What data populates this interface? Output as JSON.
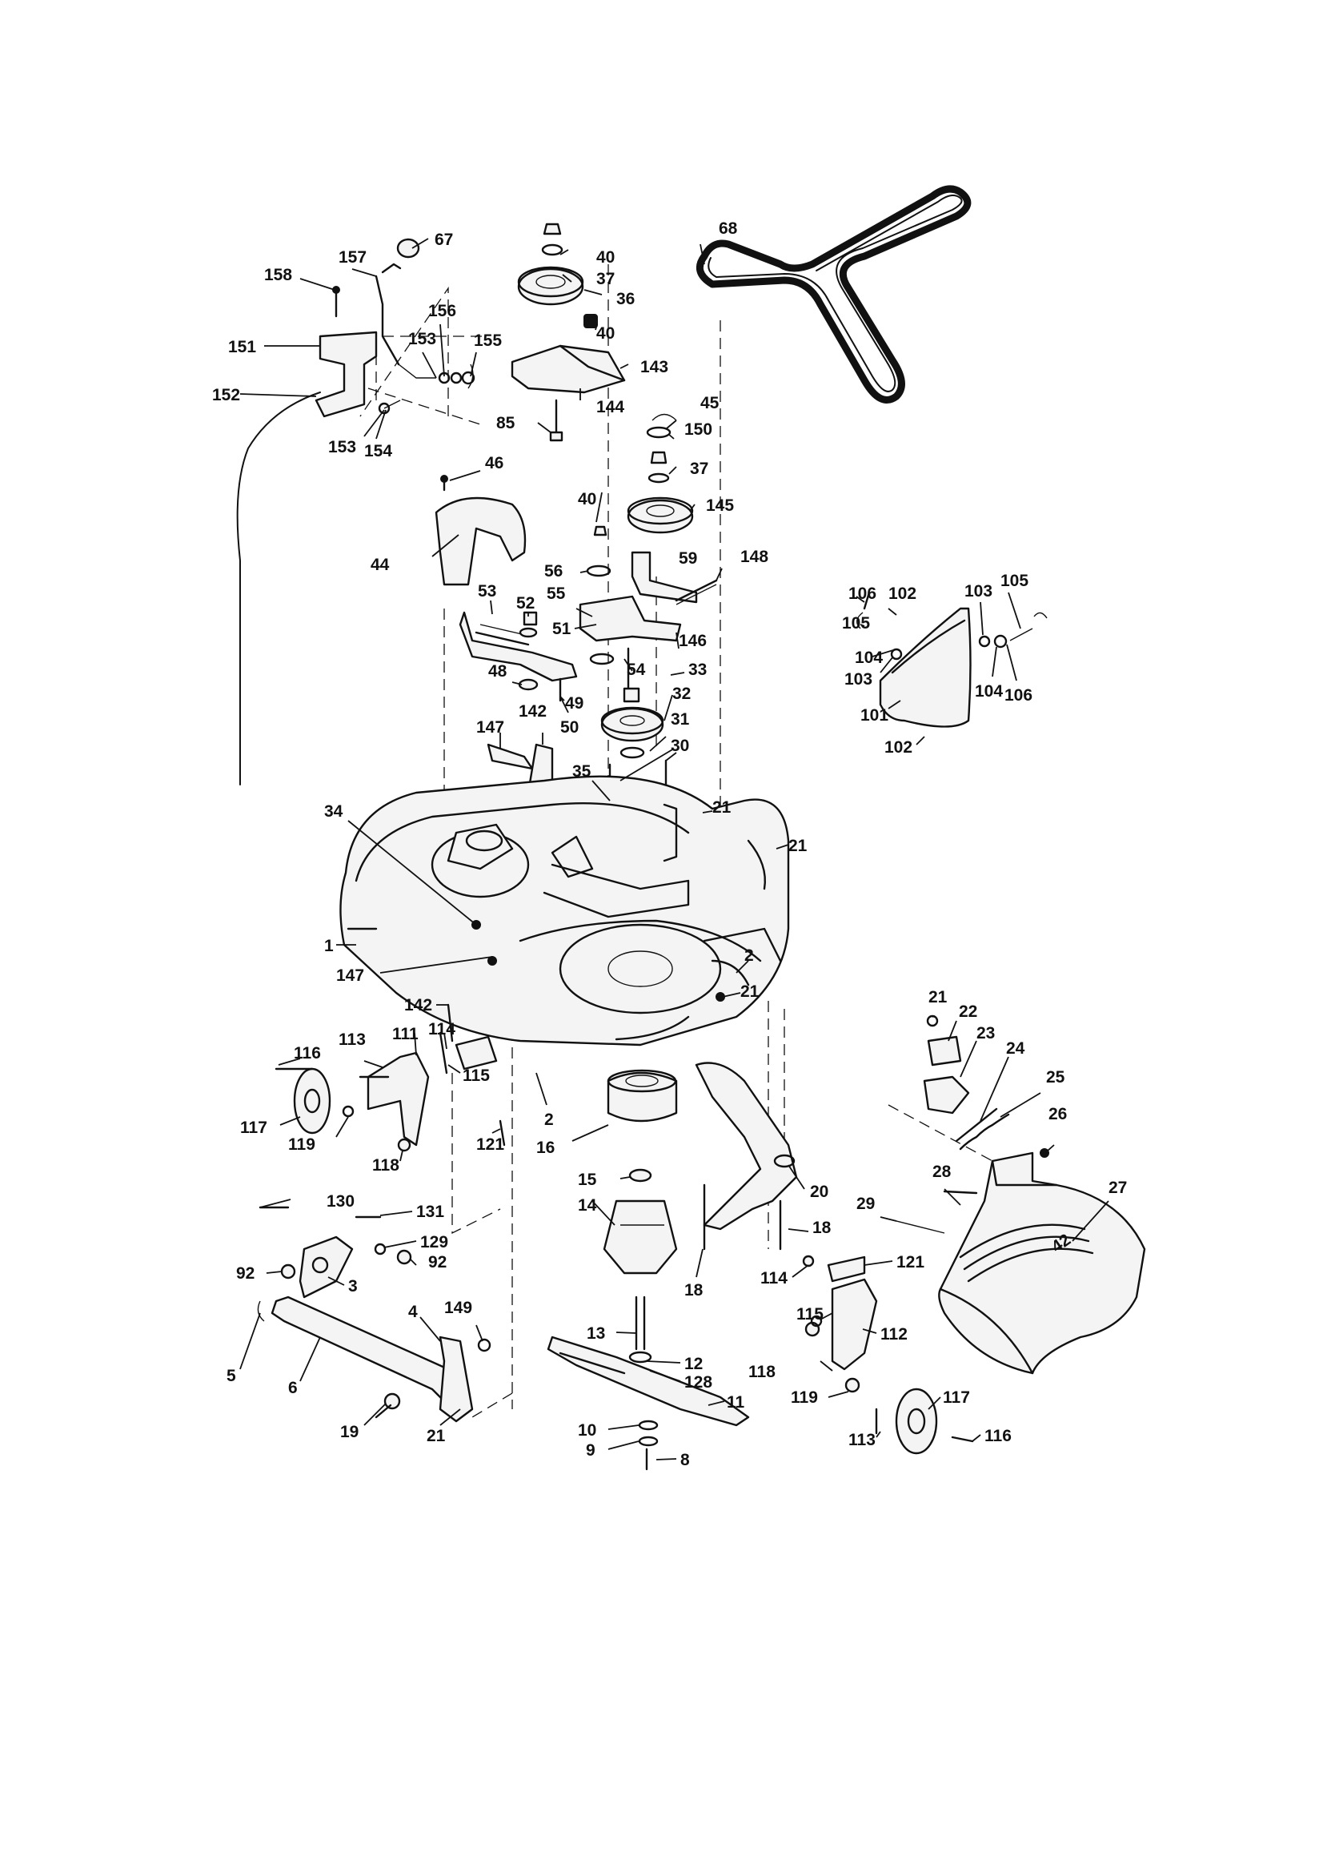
{
  "diagram": {
    "type": "exploded-parts-diagram",
    "colors": {
      "ink": "#111111",
      "paper": "#ffffff",
      "part_shade": "#f4f4f4"
    }
  },
  "callouts": [
    {
      "id": "c68",
      "label": "68"
    },
    {
      "id": "c67",
      "label": "67"
    },
    {
      "id": "c157",
      "label": "157"
    },
    {
      "id": "c158",
      "label": "158"
    },
    {
      "id": "c151",
      "label": "151"
    },
    {
      "id": "c156",
      "label": "156"
    },
    {
      "id": "c153a",
      "label": "153"
    },
    {
      "id": "c155",
      "label": "155"
    },
    {
      "id": "c152",
      "label": "152"
    },
    {
      "id": "c153b",
      "label": "153"
    },
    {
      "id": "c154",
      "label": "154"
    },
    {
      "id": "c40a",
      "label": "40"
    },
    {
      "id": "c37a",
      "label": "37"
    },
    {
      "id": "c36",
      "label": "36"
    },
    {
      "id": "c40b",
      "label": "40"
    },
    {
      "id": "c143",
      "label": "143"
    },
    {
      "id": "c144",
      "label": "144"
    },
    {
      "id": "c85",
      "label": "85"
    },
    {
      "id": "c45",
      "label": "45"
    },
    {
      "id": "c150",
      "label": "150"
    },
    {
      "id": "c37b",
      "label": "37"
    },
    {
      "id": "c40c",
      "label": "40"
    },
    {
      "id": "c145",
      "label": "145"
    },
    {
      "id": "c46",
      "label": "46"
    },
    {
      "id": "c44",
      "label": "44"
    },
    {
      "id": "c56",
      "label": "56"
    },
    {
      "id": "c59",
      "label": "59"
    },
    {
      "id": "c148",
      "label": "148"
    },
    {
      "id": "c55",
      "label": "55"
    },
    {
      "id": "c53",
      "label": "53"
    },
    {
      "id": "c52",
      "label": "52"
    },
    {
      "id": "c51",
      "label": "51"
    },
    {
      "id": "c146",
      "label": "146"
    },
    {
      "id": "c54",
      "label": "54"
    },
    {
      "id": "c33",
      "label": "33"
    },
    {
      "id": "c48",
      "label": "48"
    },
    {
      "id": "c49",
      "label": "49"
    },
    {
      "id": "c32",
      "label": "32"
    },
    {
      "id": "c50",
      "label": "50"
    },
    {
      "id": "c31",
      "label": "31"
    },
    {
      "id": "c147a",
      "label": "147"
    },
    {
      "id": "c142a",
      "label": "142"
    },
    {
      "id": "c30",
      "label": "30"
    },
    {
      "id": "c35",
      "label": "35"
    },
    {
      "id": "c21a",
      "label": "21"
    },
    {
      "id": "c34",
      "label": "34"
    },
    {
      "id": "c21b",
      "label": "21"
    },
    {
      "id": "c1",
      "label": "1"
    },
    {
      "id": "c147b",
      "label": "147"
    },
    {
      "id": "c2a",
      "label": "2"
    },
    {
      "id": "c21c",
      "label": "21"
    },
    {
      "id": "c142b",
      "label": "142"
    },
    {
      "id": "c106a",
      "label": "106"
    },
    {
      "id": "c102a",
      "label": "102"
    },
    {
      "id": "c103a",
      "label": "103"
    },
    {
      "id": "c105a",
      "label": "105"
    },
    {
      "id": "c105b",
      "label": "105"
    },
    {
      "id": "c104a",
      "label": "104"
    },
    {
      "id": "c103b",
      "label": "103"
    },
    {
      "id": "c104b",
      "label": "104"
    },
    {
      "id": "c106b",
      "label": "106"
    },
    {
      "id": "c101",
      "label": "101"
    },
    {
      "id": "c102b",
      "label": "102"
    },
    {
      "id": "c113a",
      "label": "113"
    },
    {
      "id": "c111",
      "label": "111"
    },
    {
      "id": "c114a",
      "label": "114"
    },
    {
      "id": "c116a",
      "label": "116"
    },
    {
      "id": "c115a",
      "label": "115"
    },
    {
      "id": "c117a",
      "label": "117"
    },
    {
      "id": "c119a",
      "label": "119"
    },
    {
      "id": "c118a",
      "label": "118"
    },
    {
      "id": "c121a",
      "label": "121"
    },
    {
      "id": "c2b",
      "label": "2"
    },
    {
      "id": "c16",
      "label": "16"
    },
    {
      "id": "c15",
      "label": "15"
    },
    {
      "id": "c14",
      "label": "14"
    },
    {
      "id": "c21d",
      "label": "21"
    },
    {
      "id": "c22",
      "label": "22"
    },
    {
      "id": "c23",
      "label": "23"
    },
    {
      "id": "c24",
      "label": "24"
    },
    {
      "id": "c25",
      "label": "25"
    },
    {
      "id": "c26",
      "label": "26"
    },
    {
      "id": "c28",
      "label": "28"
    },
    {
      "id": "c27",
      "label": "27"
    },
    {
      "id": "c29",
      "label": "29"
    },
    {
      "id": "c20",
      "label": "20"
    },
    {
      "id": "c18a",
      "label": "18"
    },
    {
      "id": "c18b",
      "label": "18"
    },
    {
      "id": "c114b",
      "label": "114"
    },
    {
      "id": "c121b",
      "label": "121"
    },
    {
      "id": "c130",
      "label": "130"
    },
    {
      "id": "c131",
      "label": "131"
    },
    {
      "id": "c129",
      "label": "129"
    },
    {
      "id": "c92a",
      "label": "92"
    },
    {
      "id": "c92b",
      "label": "92"
    },
    {
      "id": "c3",
      "label": "3"
    },
    {
      "id": "c4",
      "label": "4"
    },
    {
      "id": "c149",
      "label": "149"
    },
    {
      "id": "c5",
      "label": "5"
    },
    {
      "id": "c6",
      "label": "6"
    },
    {
      "id": "c19",
      "label": "19"
    },
    {
      "id": "c21e",
      "label": "21"
    },
    {
      "id": "c13",
      "label": "13"
    },
    {
      "id": "c12",
      "label": "12"
    },
    {
      "id": "c128",
      "label": "128"
    },
    {
      "id": "c11",
      "label": "11"
    },
    {
      "id": "c10",
      "label": "10"
    },
    {
      "id": "c9",
      "label": "9"
    },
    {
      "id": "c8",
      "label": "8"
    },
    {
      "id": "c112",
      "label": "112"
    },
    {
      "id": "c115b",
      "label": "115"
    },
    {
      "id": "c118b",
      "label": "118"
    },
    {
      "id": "c119b",
      "label": "119"
    },
    {
      "id": "c117b",
      "label": "117"
    },
    {
      "id": "c113b",
      "label": "113"
    },
    {
      "id": "c116b",
      "label": "116"
    }
  ],
  "decal": {
    "text": "42"
  }
}
